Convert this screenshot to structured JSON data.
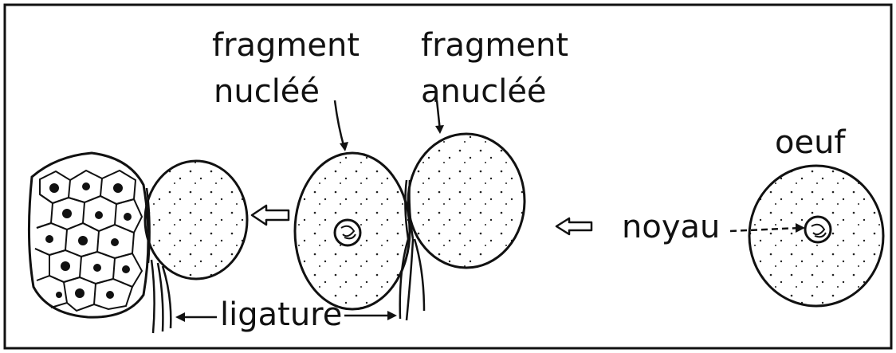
{
  "labels": {
    "fragment_nuclee": {
      "line1": "fragment",
      "line2": "nucléé"
    },
    "fragment_anuclee": {
      "line1": "fragment",
      "line2": "anucléé"
    },
    "oeuf": "oeuf",
    "noyau": "noyau",
    "ligature": "ligature"
  },
  "colors": {
    "ink": "#111111",
    "background": "#ffffff"
  }
}
